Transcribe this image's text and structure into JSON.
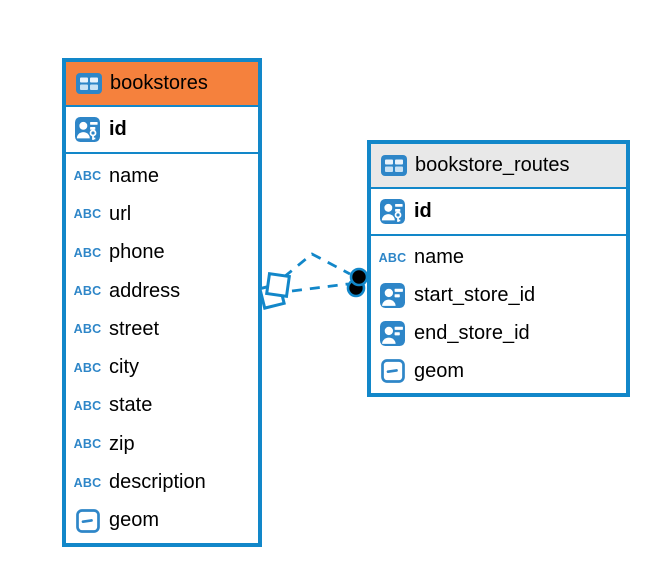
{
  "diagram": {
    "type": "entity-relationship",
    "background": "#FFFFFF"
  },
  "colors": {
    "table_border": "#1287C9",
    "selected_header_orange": "#F5813D",
    "header_gray": "#E8E8E8",
    "icon_blue": "#2E86C8",
    "relationship_line": "#1287C9",
    "text": "#000000"
  },
  "icons": {
    "text_type_label": "ABC",
    "table_icon": "table-grid-icon",
    "primary_key_icon": "person-key-icon",
    "foreign_key_icon": "person-badge-icon",
    "geometry_icon": "geometry-box-icon"
  },
  "tables": [
    {
      "title": "bookstores",
      "header_style": "orange-selected",
      "primary_key": {
        "name": "id",
        "type": "primary-key"
      },
      "columns": [
        {
          "name": "name",
          "type": "text"
        },
        {
          "name": "url",
          "type": "text"
        },
        {
          "name": "phone",
          "type": "text"
        },
        {
          "name": "address",
          "type": "text"
        },
        {
          "name": "street",
          "type": "text"
        },
        {
          "name": "city",
          "type": "text"
        },
        {
          "name": "state",
          "type": "text"
        },
        {
          "name": "zip",
          "type": "text"
        },
        {
          "name": "description",
          "type": "text"
        },
        {
          "name": "geom",
          "type": "geometry"
        }
      ]
    },
    {
      "title": "bookstore_routes",
      "header_style": "gray",
      "primary_key": {
        "name": "id",
        "type": "primary-key"
      },
      "columns": [
        {
          "name": "name",
          "type": "text"
        },
        {
          "name": "start_store_id",
          "type": "foreign-key"
        },
        {
          "name": "end_store_id",
          "type": "foreign-key"
        },
        {
          "name": "geom",
          "type": "geometry"
        }
      ]
    }
  ],
  "relationship": {
    "from_table": "bookstores",
    "to_table": "bookstore_routes",
    "line_style": "dashed",
    "line_count": 2,
    "from_marker": "diamond-outline",
    "to_marker": "filled-circle",
    "color": "#1287C9"
  }
}
